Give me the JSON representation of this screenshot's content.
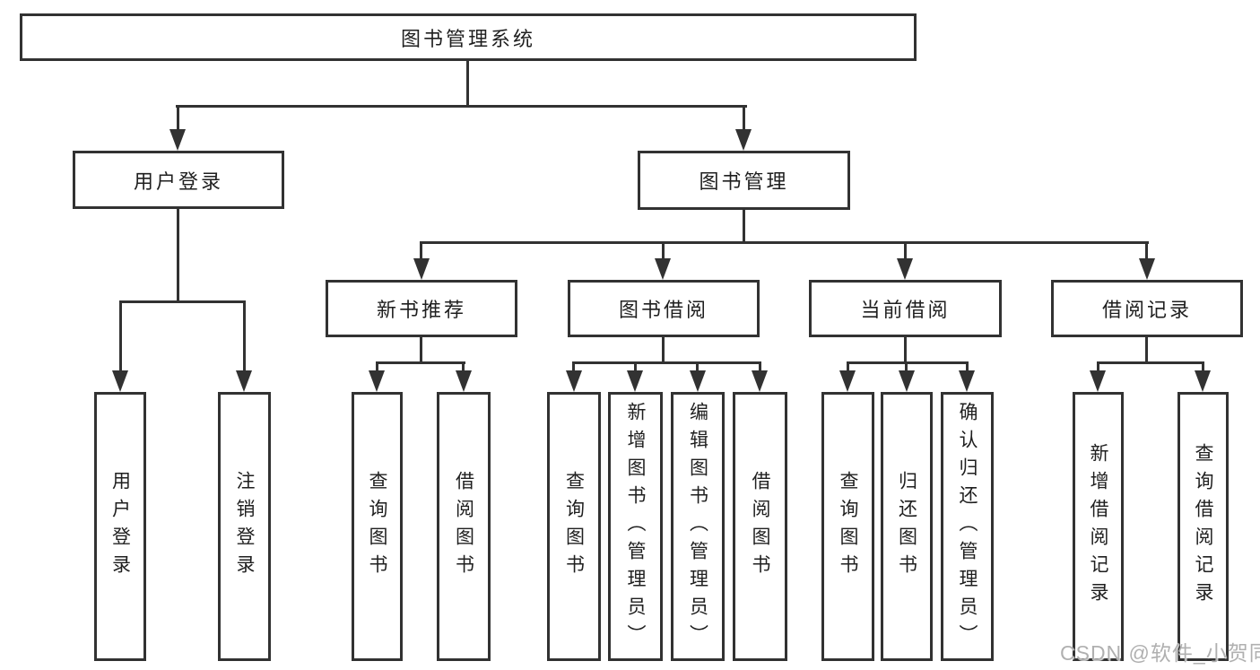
{
  "diagram": {
    "type": "hierarchy-tree",
    "background": "#ffffff",
    "line_color": "#323232",
    "text_color": "#1f1f1f"
  },
  "nodes": {
    "root": {
      "label": "图书管理系统"
    },
    "user_login": {
      "label": "用户登录"
    },
    "book_management": {
      "label": "图书管理"
    },
    "new_book_rec": {
      "label": "新书推荐"
    },
    "book_borrowing": {
      "label": "图书借阅"
    },
    "current_borrowing": {
      "label": "当前借阅"
    },
    "borrowing_records": {
      "label": "借阅记录"
    },
    "leaf_user_login": {
      "label": "用户登录"
    },
    "leaf_logout": {
      "label": "注销登录"
    },
    "leaf_query_book_a": {
      "label": "查询图书"
    },
    "leaf_borrow_book_a": {
      "label": "借阅图书"
    },
    "leaf_query_book_b": {
      "label": "查询图书"
    },
    "leaf_add_book": {
      "label": "新增图书（管理员）"
    },
    "leaf_edit_book": {
      "label": "编辑图书（管理员）"
    },
    "leaf_borrow_book_b": {
      "label": "借阅图书"
    },
    "leaf_query_book_c": {
      "label": "查询图书"
    },
    "leaf_return_book": {
      "label": "归还图书"
    },
    "leaf_confirm_return": {
      "label": "确认归还（管理员）"
    },
    "leaf_add_record": {
      "label": "新增借阅记录"
    },
    "leaf_query_record": {
      "label": "查询借阅记录"
    }
  },
  "hierarchy": {
    "图书管理系统": {
      "用户登录": [
        "用户登录",
        "注销登录"
      ],
      "图书管理": {
        "新书推荐": [
          "查询图书",
          "借阅图书"
        ],
        "图书借阅": [
          "查询图书",
          "新增图书（管理员）",
          "编辑图书（管理员）",
          "借阅图书"
        ],
        "当前借阅": [
          "查询图书",
          "归还图书",
          "确认归还（管理员）"
        ],
        "借阅记录": [
          "新增借阅记录",
          "查询借阅记录"
        ]
      }
    }
  },
  "watermark": {
    "text": "CSDN @软件_小贺同学",
    "color": "#b0b0b0"
  }
}
